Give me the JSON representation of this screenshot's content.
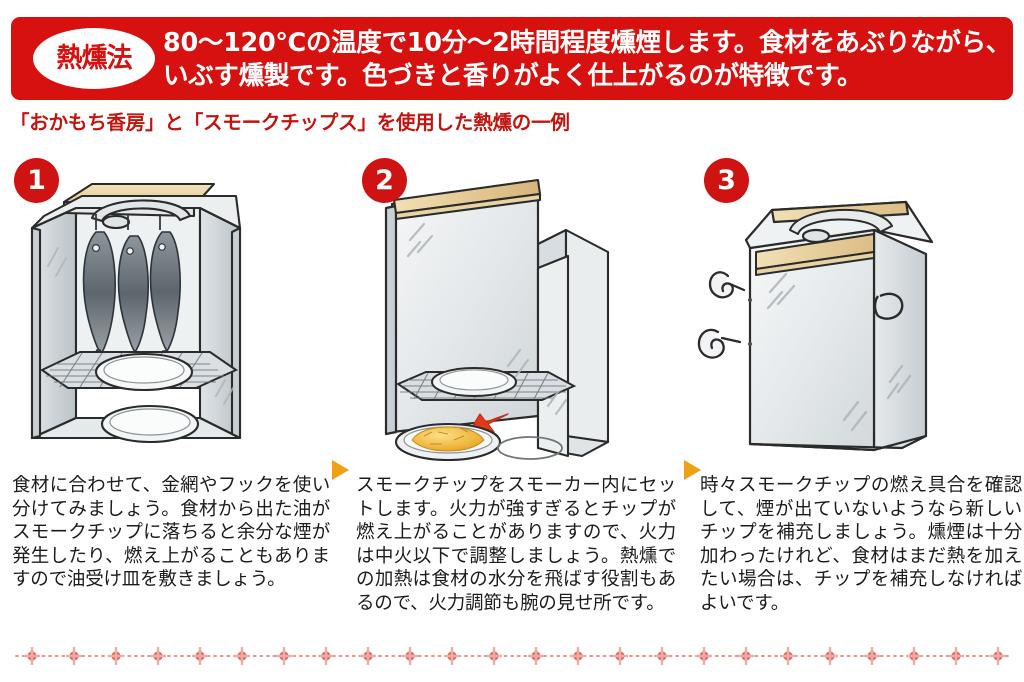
{
  "header": {
    "badge_label": "熱燻法",
    "lines": [
      "80〜120℃の温度で10分〜2時間程度燻煙します。食材をあぶりながら、",
      "いぶす燻製です。色づきと香りがよく仕上がるのが特徴です。"
    ],
    "background_color": "#d6110f",
    "text_color": "#ffffff"
  },
  "subtitle": {
    "text": "「おかもち香房」と「スモークチップス」を使用した熱燻の一例",
    "color": "#c3140f"
  },
  "steps": [
    {
      "number": "1",
      "caption": "食材に合わせて、金網やフックを使い分けてみましょう。食材から出た油がスモークチップに落ちると余分な煙が発生したり、燃え上がることもありますので油受け皿を敷きましょう。",
      "illustration": "smoker-with-hanging-fish"
    },
    {
      "number": "2",
      "caption": "スモークチップをスモーカー内にセットします。火力が強すぎるとチップが燃え上がることがありますので、火力は中火以下で調整しましょう。熱燻での加熱は食材の水分を飛ばす役割もあるので、火力調節も腕の見せ所です。",
      "illustration": "smoker-open-door-with-chips"
    },
    {
      "number": "3",
      "caption": "時々スモークチップの燃え具合を確認して、煙が出ていないようなら新しいチップを補充しましょう。燻煙は十分加わったけれど、食材はまだ熱を加えたい場合は、チップを補充しなければよいです。",
      "illustration": "smoker-closed-with-hooks"
    }
  ],
  "flow_arrows": {
    "icon": "play-triangle-right-icon",
    "color": "#f0a013",
    "count": 2
  },
  "badge_style": {
    "circle_color": "#cf1212",
    "numeral_color": "#ffffff"
  },
  "bottom_rule": {
    "icon": "dotted-diamond-divider",
    "color": "#e8726b"
  }
}
